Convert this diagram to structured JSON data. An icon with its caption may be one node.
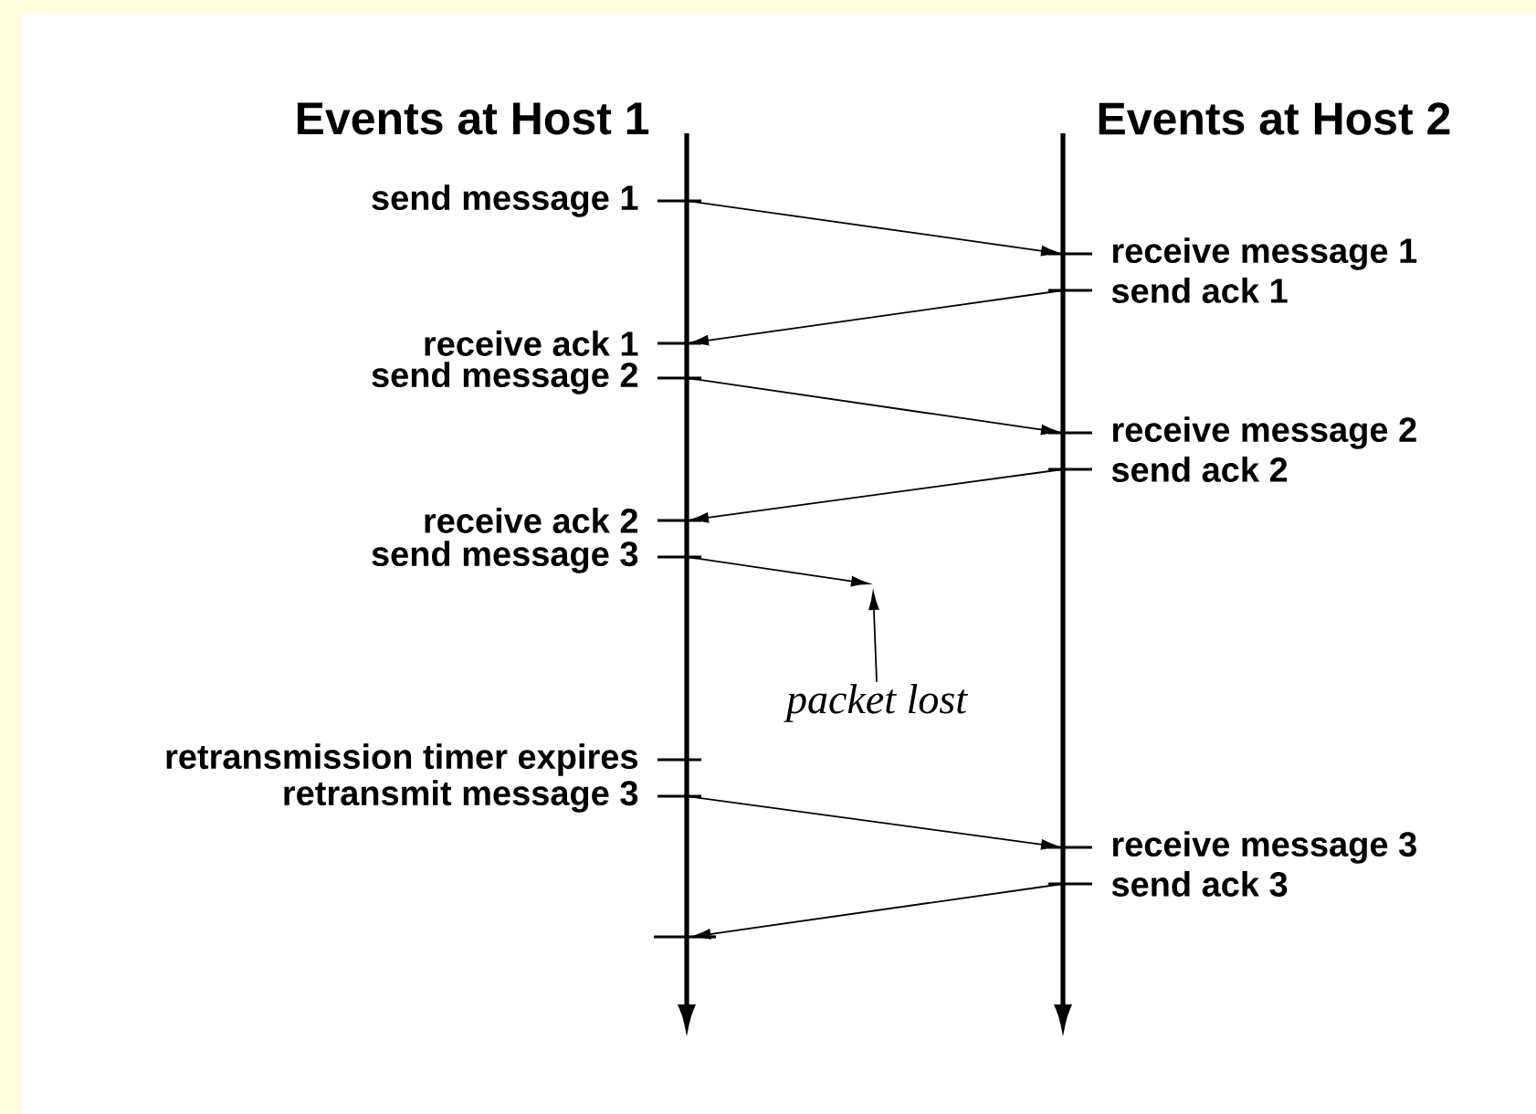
{
  "diagram": {
    "nodes": [
      {
        "text": [
          "send message 1"
        ]
      },
      {
        "text": [
          "receive message 1"
        ]
      },
      {
        "text": [
          "send ack 1"
        ]
      },
      {
        "text": [
          "receive ack 1"
        ]
      },
      {
        "text": [
          "send message 2"
        ]
      },
      {
        "text": [
          "receive message 2"
        ]
      },
      {
        "text": [
          "send ack 2"
        ]
      },
      {
        "text": [
          "receive ack 2"
        ]
      },
      {
        "text": [
          "send message 3"
        ]
      },
      {
        "text": [
          "packet lost"
        ]
      },
      {
        "text": [
          "retransmission timer expires"
        ]
      },
      {
        "text": [
          "retransmit message 3"
        ]
      },
      {
        "text": [
          "receive message 3"
        ]
      },
      {
        "text": [
          "send ack 3"
        ]
      },
      {
        "text": [],
        "shape": "bar"
      }
    ],
    "edges": [
      {
        "from": 0,
        "to": 1,
        "arrow": "to"
      },
      {
        "from": 2,
        "to": 3,
        "arrow": "to"
      },
      {
        "from": 4,
        "to": 5,
        "arrow": "to"
      },
      {
        "from": 6,
        "to": 7,
        "arrow": "to"
      },
      {
        "from": 8,
        "to": null,
        "arrow": "to"
      },
      {
        "from": 9,
        "to": null,
        "arrow": "to"
      },
      {
        "from": 11,
        "to": 12,
        "arrow": "to"
      },
      {
        "from": 13,
        "to": 14,
        "arrow": "to"
      }
    ],
    "labels": [
      "Events at Host 1",
      "Events at Host 2"
    ]
  }
}
